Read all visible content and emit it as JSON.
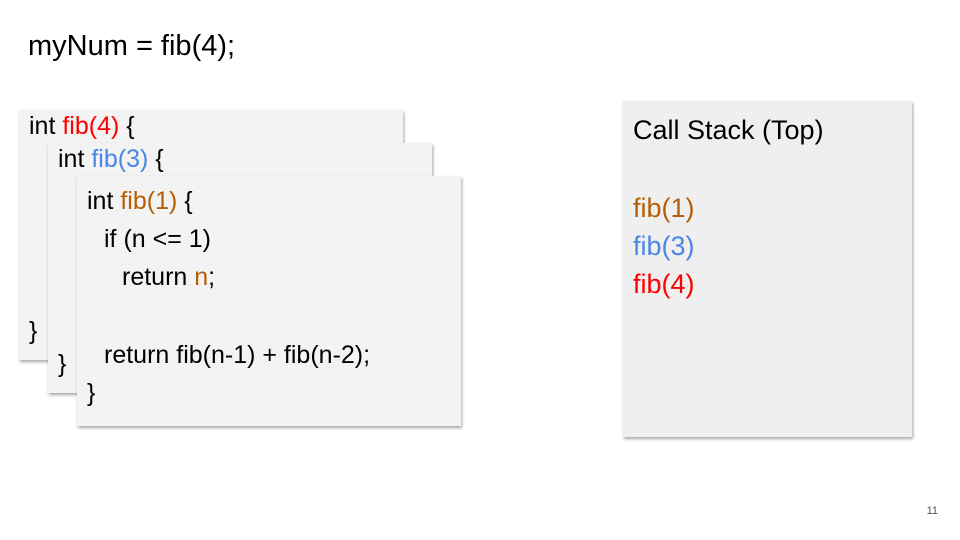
{
  "title": "myNum = fib(4);",
  "colors": {
    "fib4": "#ff0000",
    "fib3": "#4a86e8",
    "fib1": "#b45f06",
    "card_bg": "#f3f3f3",
    "stack_bg": "#efefef"
  },
  "frames": [
    {
      "type": "int",
      "name": "fib(4)",
      "open": "{",
      "close": "}"
    },
    {
      "type": "int",
      "name": "fib(3)",
      "open": "{",
      "close": "}"
    },
    {
      "type": "int",
      "name": "fib(1)",
      "open": "{",
      "close": "}",
      "body": {
        "if": "if (n <= 1)",
        "ret_kw": "return",
        "ret_var": "n",
        "ret_end": ";",
        "recurse": "return fib(n-1) + fib(n-2);"
      }
    }
  ],
  "stack": {
    "title": "Call Stack (Top)",
    "items": [
      "fib(1)",
      "fib(3)",
      "fib(4)"
    ]
  },
  "page_number": "11"
}
